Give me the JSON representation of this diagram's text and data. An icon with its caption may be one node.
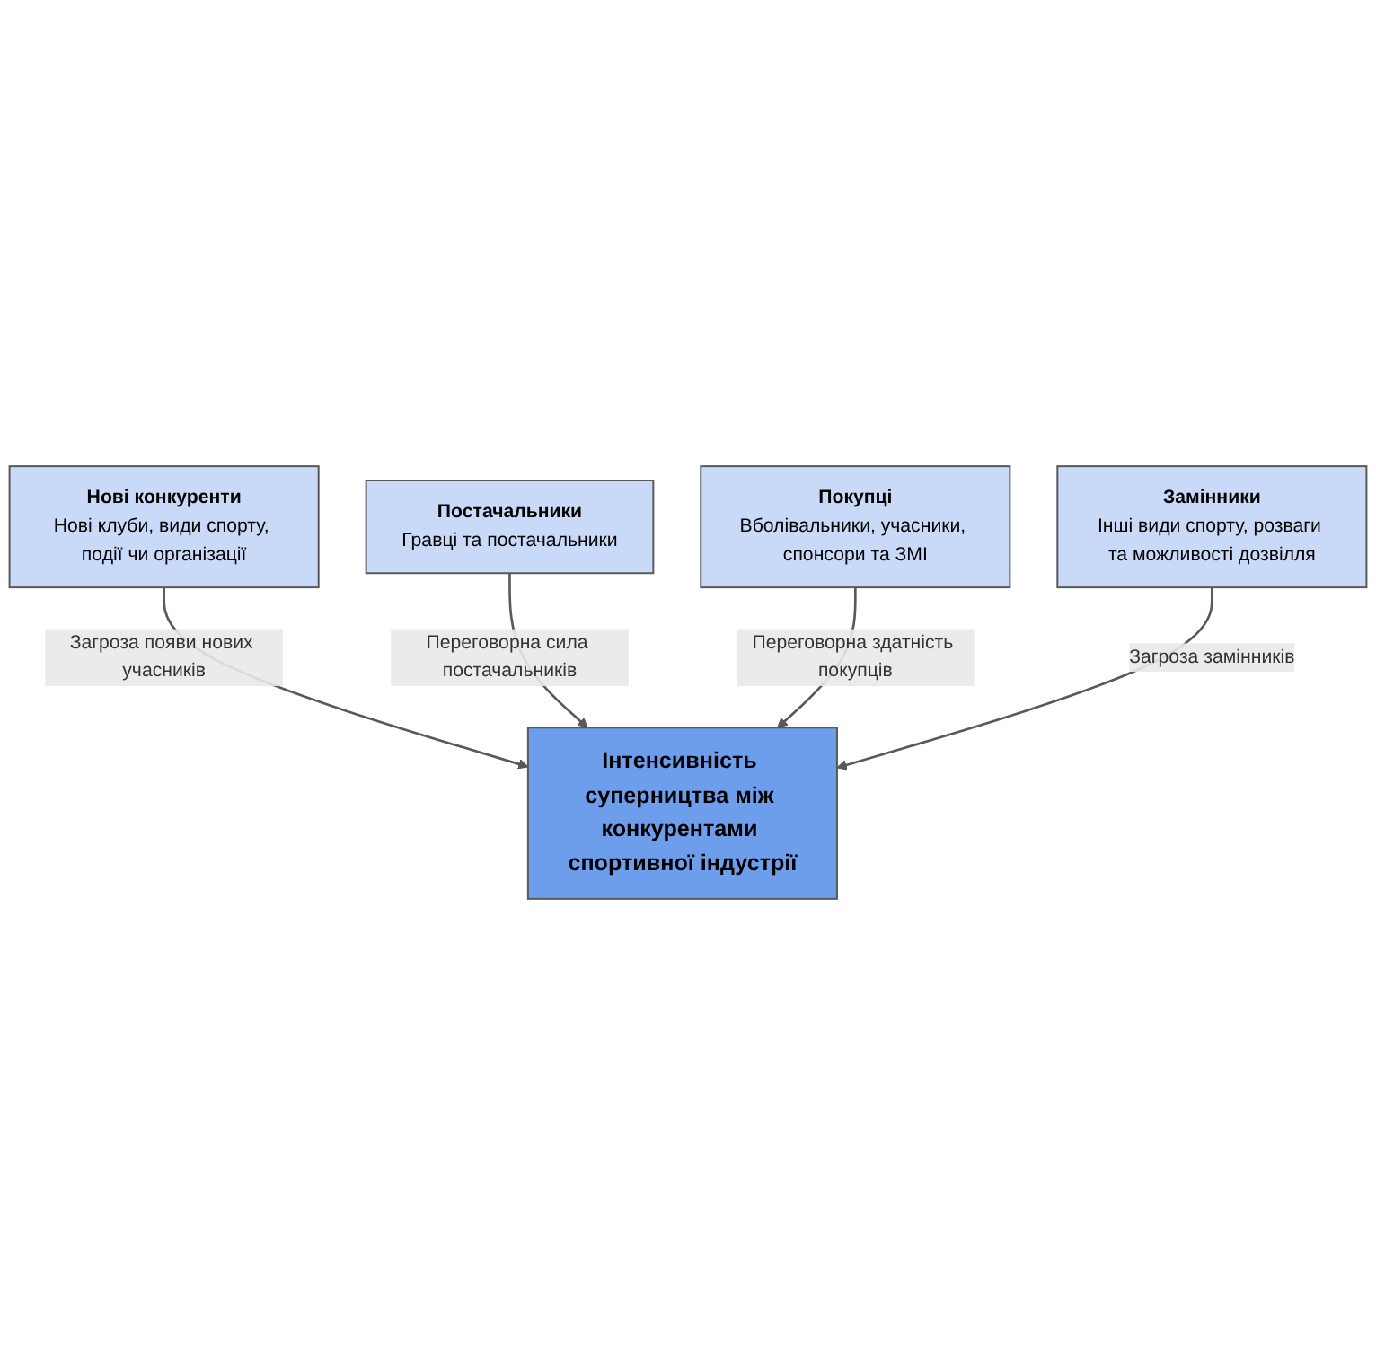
{
  "diagram": {
    "nodes": [
      {
        "text": [
          "Нові конкуренти",
          "Нові клуби, види спорту, події чи організації"
        ]
      },
      {
        "text": [
          "Постачальники",
          "Гравці та постачальники"
        ]
      },
      {
        "text": [
          "Інтенсивність суперництва між конкурентами спортивної індустрії"
        ]
      },
      {
        "text": [
          "Покупці",
          "Вболівальники, учасники, спонсори та ЗМІ"
        ]
      },
      {
        "text": [
          "Замінники",
          "Інші види спорту, розваги та можливості дозвілля"
        ]
      }
    ],
    "edges": [
      {
        "from": 0,
        "to": 2,
        "arrow": "to",
        "label": "Загроза появи нових учасників"
      },
      {
        "from": 1,
        "to": 2,
        "arrow": "to",
        "label": "Переговорна сила постачальників"
      },
      {
        "from": 3,
        "to": 2,
        "arrow": "to",
        "label": "Переговорна здатність покупців"
      },
      {
        "from": 4,
        "to": 2,
        "arrow": "to",
        "label": "Загроза замінників"
      }
    ]
  }
}
